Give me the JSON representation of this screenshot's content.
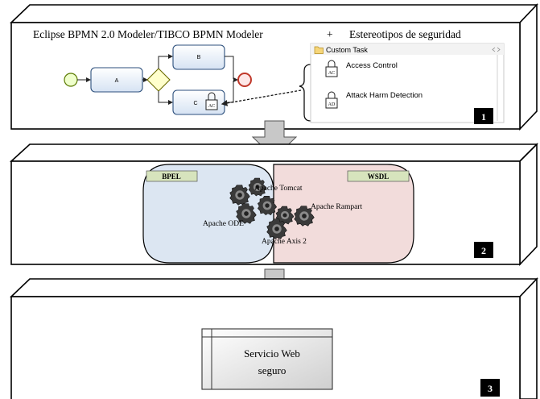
{
  "stage1": {
    "header_left": "Eclipse BPMN 2.0 Modeler/TIBCO BPMN Modeler",
    "header_plus": "+",
    "header_right": "Estereotipos de seguridad",
    "badge": "1",
    "bpmn": {
      "task_a": "A",
      "task_b": "B",
      "task_c": "C",
      "task_c_stereotype": "AC"
    },
    "palette": {
      "title": "Custom Task",
      "items": [
        {
          "icon_text": "AC",
          "label": "Access Control"
        },
        {
          "icon_text": "AD",
          "label": "Attack Harm Detection"
        }
      ]
    }
  },
  "stage2": {
    "badge": "2",
    "bpel_label": "BPEL",
    "wsdl_label": "WSDL",
    "gears": {
      "tomcat": "Apache Tomcat",
      "rampart": "Apache Rampart",
      "ode": "Apache ODE",
      "axis": "Apache Axis 2"
    }
  },
  "stage3": {
    "badge": "3",
    "service_line1": "Servicio Web",
    "service_line2": "seguro"
  },
  "colors": {
    "bpel_fill": "#dce6f2",
    "wsdl_fill": "#f2dcdb",
    "label_fill": "#d7e4bd",
    "task_fill": "#e6eef8",
    "gateway_fill": "#ffffcc",
    "start_fill": "#efffcc",
    "end_stroke": "#c0392b",
    "arrow_fill": "#c8c8c8",
    "badge_fill": "#000000"
  }
}
